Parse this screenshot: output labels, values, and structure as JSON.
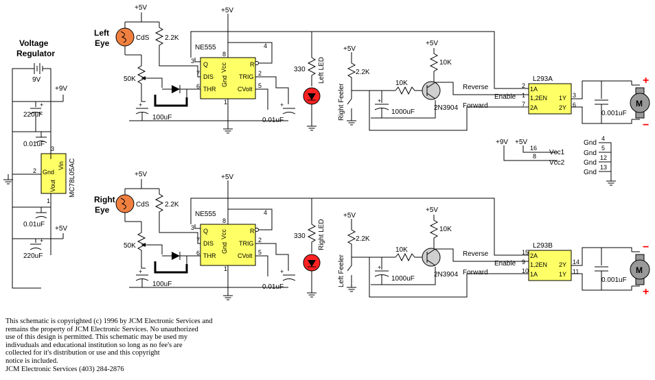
{
  "regulator": {
    "title_line1": "Voltage",
    "title_line2": "Regulator",
    "battery": "9V",
    "vin_rail": "+9V",
    "vout_rail": "+5V",
    "cap_in_big": "220uF",
    "cap_in_small": "0.01uF",
    "cap_out_small": "0.01uF",
    "cap_out_big": "220uF",
    "chip": "MC78L05AC",
    "pin_gnd": "Gnd",
    "pin_vin": "Vin",
    "pin_vout": "Vout",
    "pin3": "3",
    "pin2": "2",
    "pin1": "1"
  },
  "channels": [
    {
      "eye_line1": "Left",
      "eye_line2": "Eye",
      "vcc": "+5V",
      "cds": "CdS",
      "r_top": "2.2K",
      "pot": "50K",
      "cap_timing": "100uF",
      "timer": "NE555",
      "pin_q": "Q",
      "pin_vcc": "Vcc",
      "pin_r": "R",
      "pin_dis": "DIS",
      "pin_trig": "TRIG",
      "pin_thr": "THR",
      "pin_gnd": "Gnd",
      "pin_cvolt": "CVolt",
      "cap_cv": "0.01uF",
      "n3": "3",
      "n8": "8",
      "n4": "4",
      "n7": "7",
      "n2": "2",
      "n6": "6",
      "n5": "5",
      "n1": "1",
      "led_r": "330",
      "led": "Left LED",
      "feeler": "Right Feeler",
      "feeler_r": "2.2K",
      "feeler_v": "+5V",
      "cap_big": "1000uF",
      "base_r": "10K",
      "coll_r": "10K",
      "coll_v": "+5V",
      "transistor": "2N3904",
      "reverse": "Reverse",
      "forward": "Forward",
      "enable": "Enable",
      "driver": "L293A",
      "drv_top": "1A",
      "drv_mid": "1,2EN",
      "drv_bot": "2A",
      "drv_out_top": "1Y",
      "drv_out_bot": "2Y",
      "n_top": "2",
      "n_mid": "1",
      "n_bot": "7",
      "n_out_top": "3",
      "n_out_bot": "6",
      "motor_cap": "0.001uF",
      "motor": "M",
      "pol_top": "+",
      "pol_bot": "−"
    },
    {
      "eye_line1": "Right",
      "eye_line2": "Eye",
      "vcc": "+5V",
      "cds": "CdS",
      "r_top": "2.2K",
      "pot": "50K",
      "cap_timing": "100uF",
      "timer": "NE555",
      "pin_q": "Q",
      "pin_vcc": "Vcc",
      "pin_r": "R",
      "pin_dis": "DIS",
      "pin_trig": "TRIG",
      "pin_thr": "THR",
      "pin_gnd": "Gnd",
      "pin_cvolt": "CVolt",
      "cap_cv": "0.01uF",
      "n3": "3",
      "n8": "8",
      "n4": "4",
      "n7": "7",
      "n2": "2",
      "n6": "6",
      "n5": "5",
      "n1": "1",
      "led_r": "330",
      "led": "Right LED",
      "feeler": "Left Feeler",
      "feeler_r": "2.2K",
      "feeler_v": "+5V",
      "cap_big": "1000uF",
      "base_r": "10K",
      "coll_r": "10K",
      "coll_v": "+5V",
      "transistor": "2N3904",
      "reverse": "Reverse",
      "forward": "Forward",
      "enable": "Enable",
      "driver": "L293B",
      "drv_top": "2A",
      "drv_mid": "1,2EN",
      "drv_bot": "1A",
      "drv_out_top": "2Y",
      "drv_out_bot": "1Y",
      "n_top": "15",
      "n_mid": "9",
      "n_bot": "10",
      "n_out_top": "14",
      "n_out_bot": "11",
      "motor_cap": "0.001uF",
      "motor": "M",
      "pol_top": "−",
      "pol_bot": "+"
    }
  ],
  "power": {
    "v9": "+9V",
    "v5": "+5V",
    "n16": "16",
    "n8": "8",
    "vcc1": "Vcc1",
    "vcc2": "Vcc2",
    "gnd_labels": [
      "Gnd",
      "Gnd",
      "Gnd",
      "Gnd"
    ],
    "gnd_pins": [
      "4",
      "5",
      "12",
      "13"
    ]
  },
  "copyright": [
    "This schematic is copyrighted (c) 1996 by JCM Electronic Services and",
    "remains the property of JCM Electronic Services.  No unauthorized",
    "use of this design is permitted.  This schematic may be used my",
    "indivuduals and educational institution so long as no fee's are",
    "collected for it's distribution or use and  this copyright",
    "notice is included.",
    "JCM Electronic Services (403) 284-2876"
  ],
  "colors": {
    "chip": "#ffff66",
    "cds": "#f08040",
    "led": "#ff2222",
    "motor": "#999999",
    "polarity": "#ff0000"
  }
}
